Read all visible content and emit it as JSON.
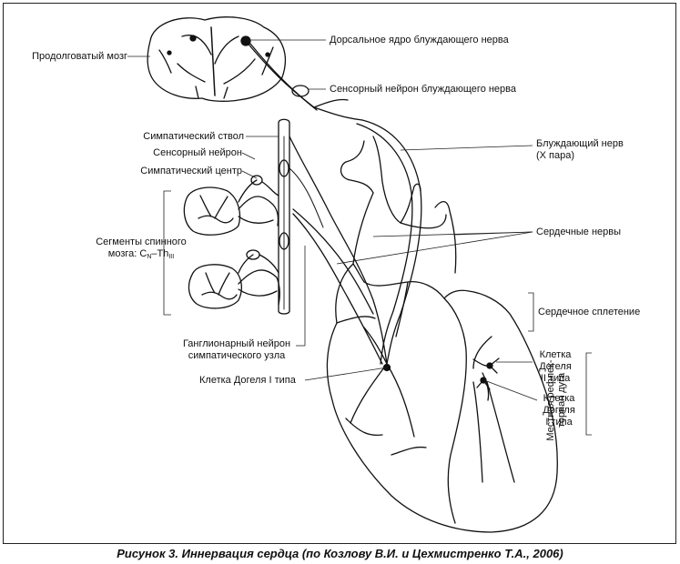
{
  "labels": {
    "medulla": "Продолговатый мозг",
    "dorsal_nucleus": "Дорсальное ядро блуждающего нерва",
    "vagus_sensory_neuron": "Сенсорный нейрон блуждающего нерва",
    "sympathetic_trunk": "Симпатический ствол",
    "sensory_neuron": "Сенсорный нейрон",
    "sympathetic_center": "Симпатический центр",
    "spinal_segments_line1": "Сегменты спинного",
    "spinal_segments_line2_prefix": "мозга: C",
    "spinal_segments_sub1": "N",
    "spinal_segments_dash": "–Th",
    "spinal_segments_sub2": "III",
    "vagus_nerve_line1": "Блуждающий нерв",
    "vagus_nerve_line2": "(X пара)",
    "cardiac_nerves": "Сердечные нервы",
    "cardiac_plexus": "Сердечное сплетение",
    "ganglion_neuron_line1": "Ганглионарный нейрон",
    "ganglion_neuron_line2": "симпатического узла",
    "dogiel_cell_1": "Клетка Догеля I типа",
    "dogiel2_line1": "Клетка",
    "dogiel2_line2": "Догеля",
    "dogiel2_line3": "II типа",
    "dogiel1b_line1": "Клетка",
    "dogiel1b_line2": "Догеля",
    "dogiel1b_line3": "I типа",
    "local_reflex_arc": "Местная рефлек-\nторная дуга"
  },
  "caption": "Рисунок 3. Иннервация сердца (по Козлову В.И. и Цехмистренко Т.А., 2006)"
}
